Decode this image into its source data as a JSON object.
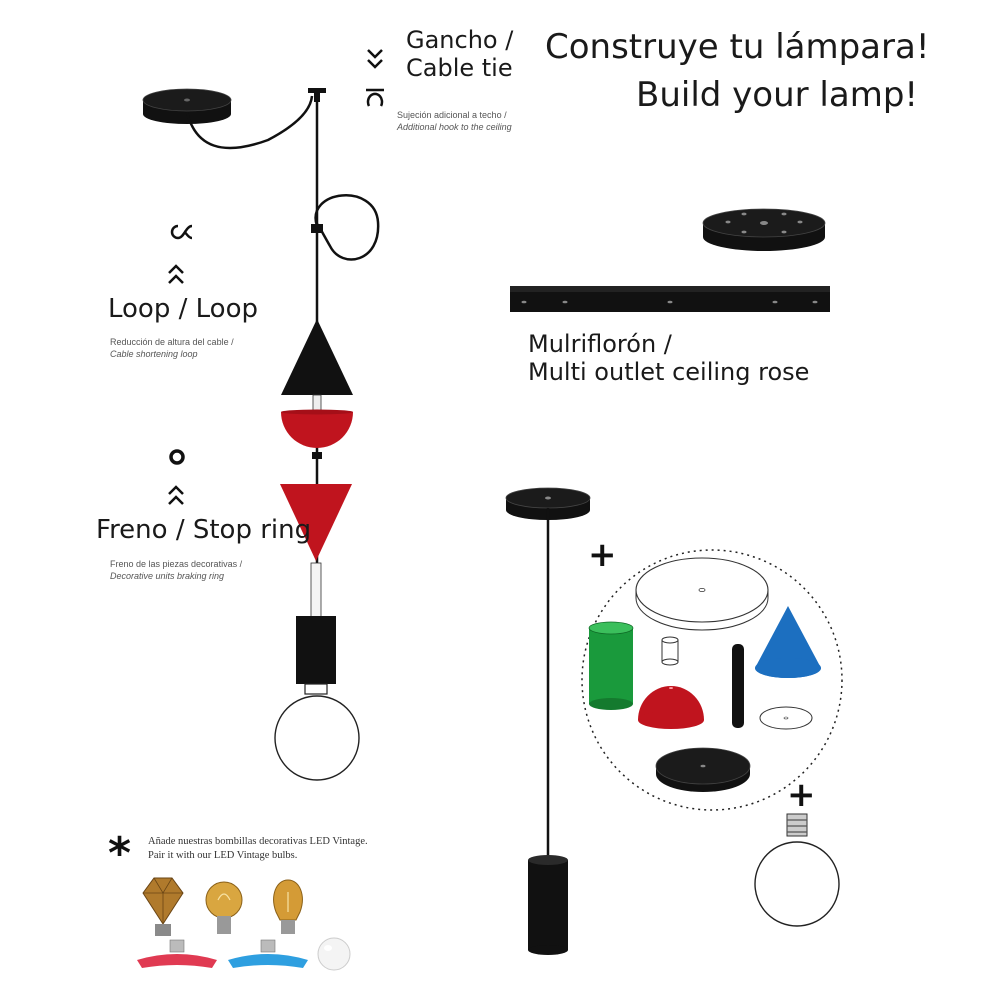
{
  "title": {
    "line1": "Construye tu lámpara!",
    "line2": "Build your lamp!"
  },
  "hook": {
    "label_line1": "Gancho /",
    "label_line2": "Cable tie",
    "desc_es": "Sujeción adicional a techo /",
    "desc_en": "Additional hook to the ceiling"
  },
  "loop": {
    "label": "Loop / Loop",
    "desc_es": "Reducción de altura del cable /",
    "desc_en": "Cable shortening loop"
  },
  "stop_ring": {
    "label": "Freno / Stop ring",
    "desc_es": "Freno de las piezas decorativas /",
    "desc_en": "Decorative units braking ring"
  },
  "multi_rose": {
    "label_line1": "Mulriflorón /",
    "label_line2": "Multi outlet ceiling rose"
  },
  "bulbs_note": {
    "line1": "Añade nuestras bombillas decorativas LED Vintage.",
    "line2": "Pair it with our LED Vintage bulbs."
  },
  "symbols": {
    "plus": "+",
    "asterisk": "*"
  },
  "colors": {
    "black": "#111111",
    "red": "#c0141e",
    "green": "#1a9a3c",
    "blue": "#1c6fc0",
    "amber": "#c98f2e",
    "pink": "#e03a52",
    "sky": "#2e9fe0"
  }
}
